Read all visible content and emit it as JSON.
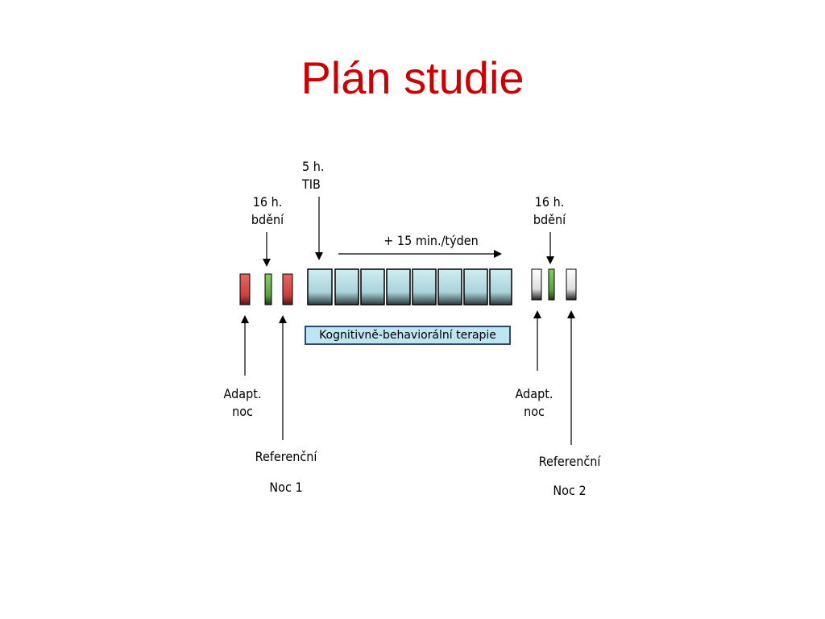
{
  "title": "Plán studie",
  "labels": {
    "tib_line1": "5 h.",
    "tib_line2": "TIB",
    "wake_left_line1": "16 h.",
    "wake_left_line2": "bdění",
    "wake_right_line1": "16 h.",
    "wake_right_line2": "bdění",
    "increment": "+ 15 min./týden",
    "therapy": "Kognitivně-behaviorální terapie",
    "adapt_left_line1": "Adapt.",
    "adapt_left_line2": "noc",
    "adapt_right_line1": "Adapt.",
    "adapt_right_line2": "noc",
    "ref_left": "Referenční",
    "ref_left_night": "Noc 1",
    "ref_right": "Referenční",
    "ref_right_night": "Noc 2"
  },
  "colors": {
    "title": "#cc0000",
    "red_bar": "#d9534f",
    "green_bar": "#6ab04c",
    "therapy_block": "#b8dde3",
    "white_bar": "#ffffff"
  }
}
